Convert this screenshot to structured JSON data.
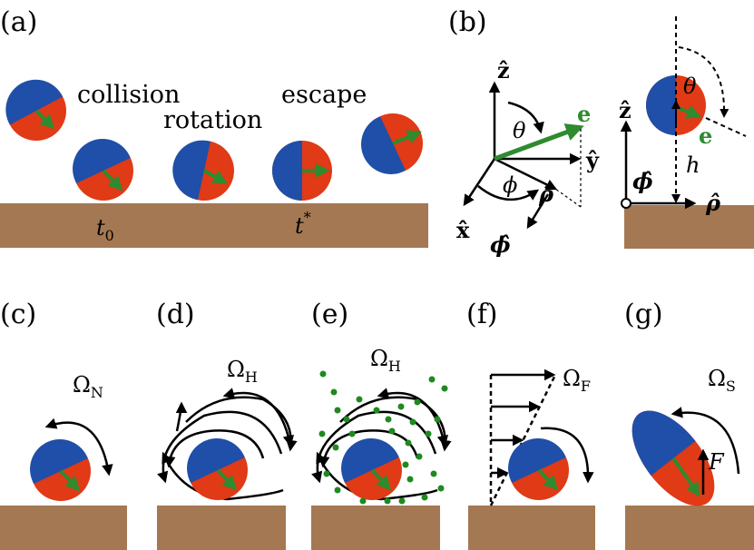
{
  "panels": {
    "a": "(a)",
    "b": "(b)",
    "c": "(c)",
    "d": "(d)",
    "e": "(e)",
    "f": "(f)",
    "g": "(g)"
  },
  "panel_a": {
    "collision": "collision",
    "rotation": "rotation",
    "escape": "escape",
    "t0_main": "t",
    "t0_sub": "0",
    "tstar_main": "t",
    "tstar_sup": "*"
  },
  "panel_b": {
    "z_hat": "ẑ",
    "y_hat": "ŷ",
    "x_hat": "x̂",
    "e": "e",
    "theta": "θ",
    "phi": "ϕ",
    "rho_hat": "ρ̂",
    "phi_hat": "ϕ̂",
    "h": "h"
  },
  "omegas": {
    "c": {
      "main": "Ω",
      "sub": "N"
    },
    "d": {
      "main": "Ω",
      "sub": "H"
    },
    "e": {
      "main": "Ω",
      "sub": "H"
    },
    "f": {
      "main": "Ω",
      "sub": "F"
    },
    "g": {
      "main": "Ω",
      "sub": "S"
    }
  },
  "force_label": "F",
  "colors": {
    "blue": "#1f4fa8",
    "red": "#e03a16",
    "green": "#2e8b2e",
    "wall": "#a47852",
    "dots": "#1e8a1e"
  }
}
